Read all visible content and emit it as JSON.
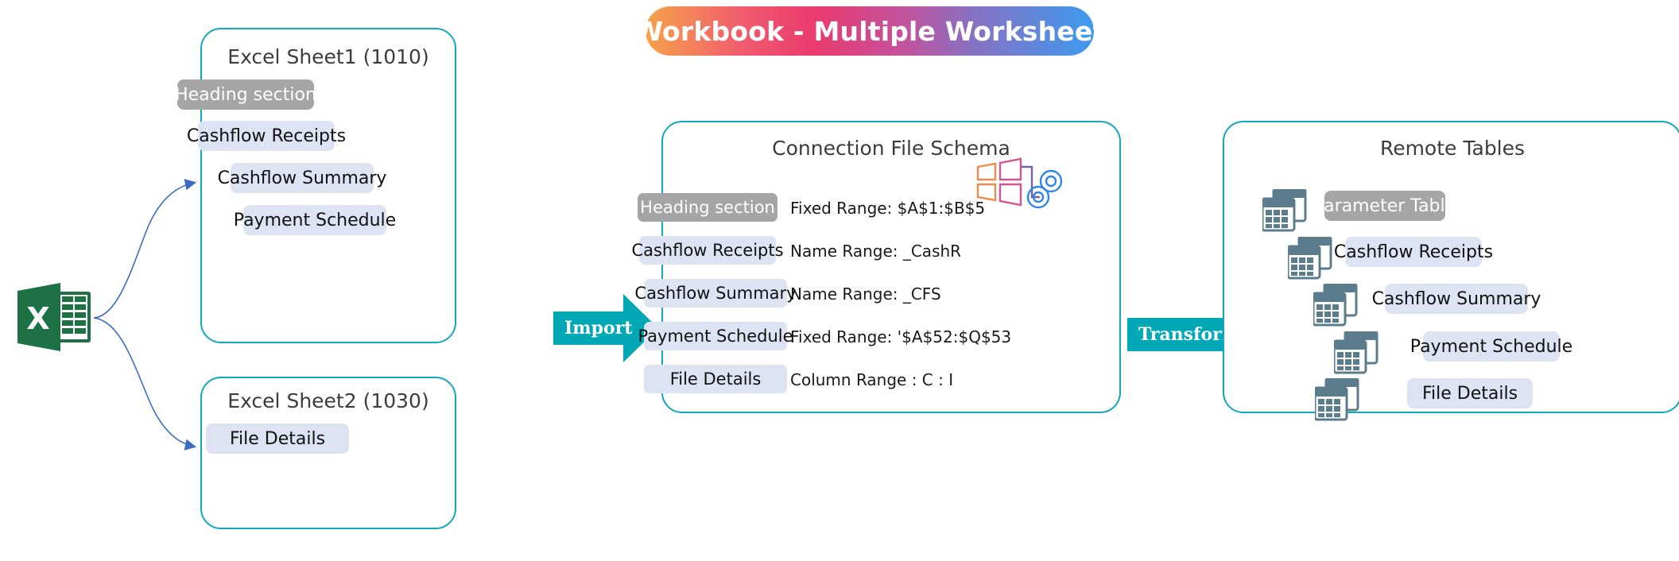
{
  "header": {
    "title": "Workbook - Multiple Worksheet",
    "gradient_from": "#f6a24a",
    "gradient_mid": "#ea3a6f",
    "gradient_to": "#3d9bf0"
  },
  "theme": {
    "panel_border": "#11a8bd",
    "chip_gray": "#a5a5a5",
    "chip_blue": "#dde3f3",
    "arrow_teal": "#00a7b5",
    "connector_blue": "#3d6bc4",
    "excel_green": "#1e7145",
    "table_icon": "#5b7c8d"
  },
  "source": {
    "icon": "excel-file-icon",
    "sheet1": {
      "title": "Excel Sheet1 (1010)",
      "items": [
        {
          "label": "Heading section",
          "style": "gray"
        },
        {
          "label": "Cashflow Receipts",
          "style": "blue"
        },
        {
          "label": "Cashflow Summary",
          "style": "blue"
        },
        {
          "label": "Payment Schedule",
          "style": "blue"
        }
      ]
    },
    "sheet2": {
      "title": "Excel Sheet2 (1030)",
      "items": [
        {
          "label": "File Details",
          "style": "blue"
        }
      ]
    }
  },
  "import_arrow": {
    "label": "Import"
  },
  "transform_arrow": {
    "label": "Transform"
  },
  "schema": {
    "title": "Connection File Schema",
    "icon": "windows-gear-icon",
    "rows": [
      {
        "label": "Heading section",
        "range": "Fixed Range: $A$1:$B$5",
        "style": "gray"
      },
      {
        "label": "Cashflow Receipts",
        "range": "Name Range: _CashR",
        "style": "blue"
      },
      {
        "label": "Cashflow Summary",
        "range": "Name Range: _CFS",
        "style": "blue"
      },
      {
        "label": "Payment Schedule",
        "range": "Fixed Range: '$A$52:$Q$53",
        "style": "blue"
      },
      {
        "label": "File Details",
        "range": "Column Range : C : I",
        "style": "blue"
      }
    ]
  },
  "remote": {
    "title": "Remote Tables",
    "rows": [
      {
        "label": "Parameter Table",
        "style": "gray",
        "icon": "table-stack-icon"
      },
      {
        "label": "Cashflow Receipts",
        "style": "blue",
        "icon": "table-stack-icon"
      },
      {
        "label": "Cashflow Summary",
        "style": "blue",
        "icon": "table-stack-icon"
      },
      {
        "label": "Payment Schedule",
        "style": "blue",
        "icon": "table-stack-icon"
      },
      {
        "label": "File Details",
        "style": "blue",
        "icon": "table-stack-icon"
      }
    ]
  }
}
